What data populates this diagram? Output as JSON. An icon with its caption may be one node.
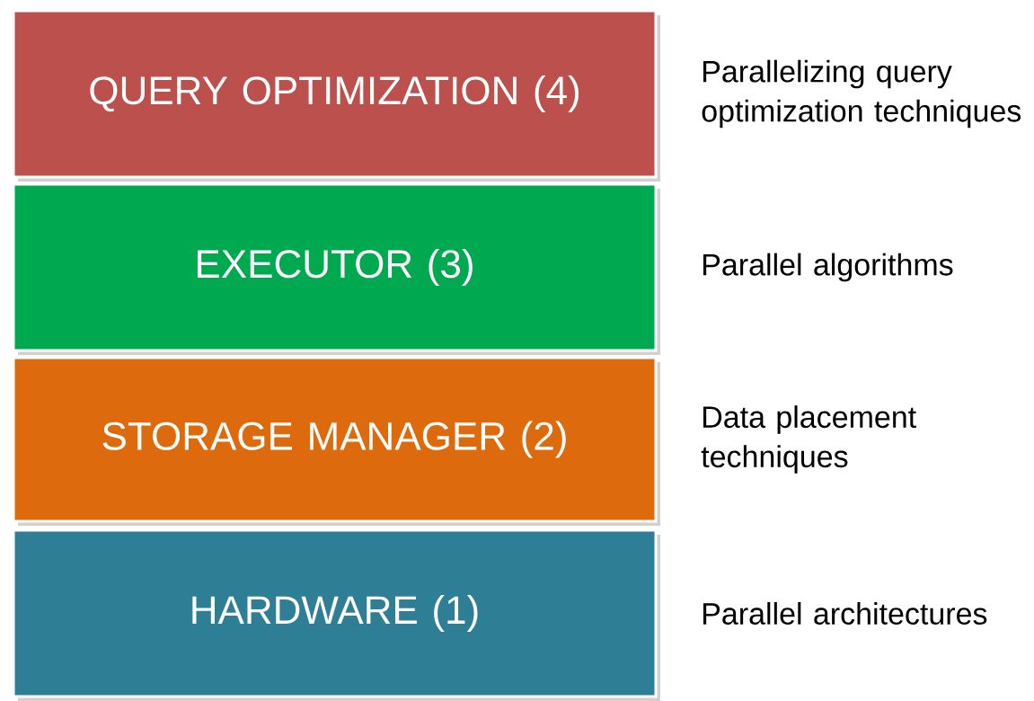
{
  "diagram": {
    "nodes": [
      {
        "text": [
          "QUERY OPTIMIZATION (4)"
        ],
        "beside": [
          "Parallelizing query optimization techniques"
        ]
      },
      {
        "text": [
          "EXECUTOR (3)"
        ],
        "beside": [
          "Parallel algorithms"
        ]
      },
      {
        "text": [
          "STORAGE MANAGER (2)"
        ],
        "beside": [
          "Data placement techniques"
        ]
      },
      {
        "text": [
          "HARDWARE (1)"
        ],
        "beside": [
          "Parallel architectures"
        ]
      }
    ]
  }
}
